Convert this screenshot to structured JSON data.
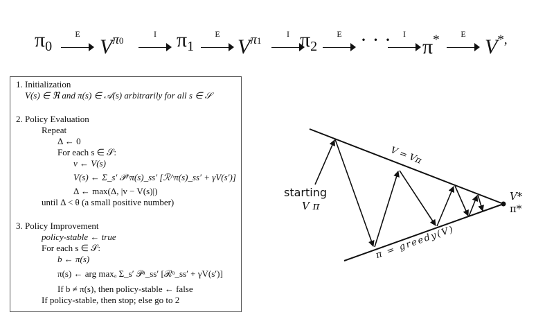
{
  "equation": {
    "items": [
      {
        "type": "term",
        "base": "π",
        "sub": "0"
      },
      {
        "type": "arrow",
        "label": "E"
      },
      {
        "type": "term",
        "base": "V",
        "sup": "π₀"
      },
      {
        "type": "arrow",
        "label": "I"
      },
      {
        "type": "term",
        "base": "π",
        "sub": "1"
      },
      {
        "type": "arrow",
        "label": "E"
      },
      {
        "type": "term",
        "base": "V",
        "sup": "π₁"
      },
      {
        "type": "arrow",
        "label": "I"
      },
      {
        "type": "term",
        "base": "π",
        "sub": "2"
      },
      {
        "type": "arrow",
        "label": "E"
      },
      {
        "type": "term",
        "base": "· · ·"
      },
      {
        "type": "arrow",
        "label": "I"
      },
      {
        "type": "term",
        "base": "π",
        "sup": "*"
      },
      {
        "type": "arrow",
        "label": "E"
      },
      {
        "type": "term",
        "base": "V",
        "sup": "*,"
      }
    ]
  },
  "algorithm": {
    "lines": [
      "1.  Initialization",
      "V(s) ∈ ℜ and π(s) ∈ 𝒜(s) arbitrarily for all s ∈ 𝒮",
      "2.  Policy Evaluation",
      "Repeat",
      "Δ ← 0",
      "For each s ∈ 𝒮:",
      "v ← V(s)",
      "V(s) ← Σ_s′ 𝒫^π(s)_ss′ [ℛ^π(s)_ss′ + γV(s′)]",
      "Δ ← max(Δ, |v − V(s)|)",
      "until Δ < θ  (a small positive number)",
      "3.  Policy Improvement",
      "policy-stable ← true",
      "For each s ∈ 𝒮:",
      "b ← π(s)",
      "π(s) ← arg maxₐ Σ_s′ 𝒫ᵃ_ss′ [ℛᵃ_ss′ + γV(s′)]",
      "If b ≠ π(s), then policy-stable ← false",
      "If policy-stable, then stop; else go to 2"
    ]
  },
  "diagram": {
    "top_line_label": "V = Vπ",
    "bottom_line_label": "π = greedy(V)",
    "start_label_1": "starting",
    "start_label_2": "V  π",
    "end_label_1": "V*",
    "end_label_2": "π*"
  }
}
